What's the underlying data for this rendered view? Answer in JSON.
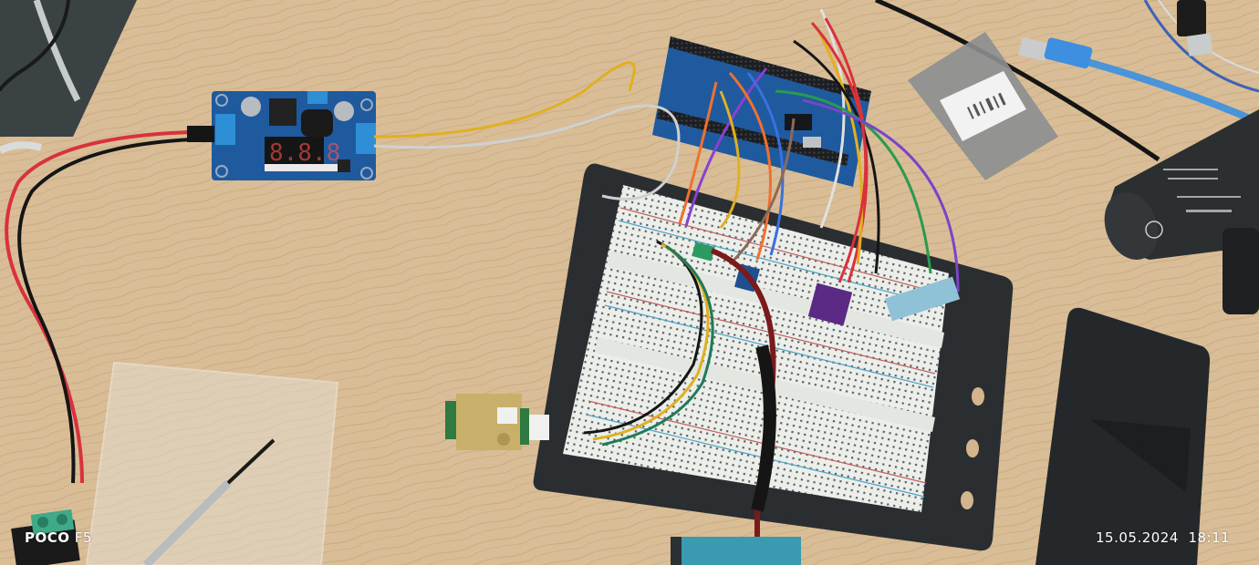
{
  "photo": {
    "kind": "photograph",
    "subject": "electronics prototype on wooden desk",
    "colors": {
      "wood": "#d6b993",
      "wood_dark": "#c4a27a",
      "mat_dark_top_left": "#3a4040",
      "breadboard": "#e8eae6",
      "breadboard_mat": "#2a2d30",
      "pcb_blue": "#1f5a9e",
      "terminal_blue": "#2f8fd6",
      "pm_sensor_teal": "#3a9bb0",
      "co2_sensor_gold": "#c9b06a",
      "bme_purple": "#5a2a84",
      "phone": "#25292c",
      "bottle": "#2c2f30",
      "usb_blue": "#3b8fe0"
    },
    "objects": [
      {
        "name": "dc-dc boost converter module",
        "detail": "blue PCB with 3-digit LED display showing 8.8.8, two blue screw terminals, trim pot, push button"
      },
      {
        "name": "arduino mega shield",
        "detail": "blue board with black female headers"
      },
      {
        "name": "solderless breadboard",
        "detail": "large white breadboard with red/blue power rails on black metal mat with three oval holes"
      },
      {
        "name": "co2 sensor",
        "detail": "gold-colored NDIR gas sensor with white window and JST connector"
      },
      {
        "name": "environmental sensor",
        "detail": "small purple breakout board"
      },
      {
        "name": "pressure sensor",
        "detail": "small blue breakout board"
      },
      {
        "name": "wireless module",
        "detail": "light blue module at right edge of breadboard"
      },
      {
        "name": "particulate matter sensor",
        "detail": "teal box at bottom with red ribbon cable wrapped in black tape"
      },
      {
        "name": "dc barrel terminal adapter",
        "detail": "green two-screw terminal at bottom-left with red/black wire"
      },
      {
        "name": "plastic sheet",
        "detail": "clear plastic sheet"
      },
      {
        "name": "precision screwdriver",
        "detail": "silver handle, black shaft"
      },
      {
        "name": "smartphone",
        "detail": "black phone face-down, right side"
      },
      {
        "name": "black bottle",
        "detail": "black spray can with white text, top right"
      },
      {
        "name": "antistatic bag",
        "detail": "grey bag with white barcode label"
      },
      {
        "name": "usb cable",
        "detail": "translucent blue USB-B cable and USB-A plug"
      }
    ]
  },
  "watermark": {
    "brand_bold": "POCO",
    "brand_model": "F5",
    "date": "15.05.2024",
    "time": "18:11"
  }
}
